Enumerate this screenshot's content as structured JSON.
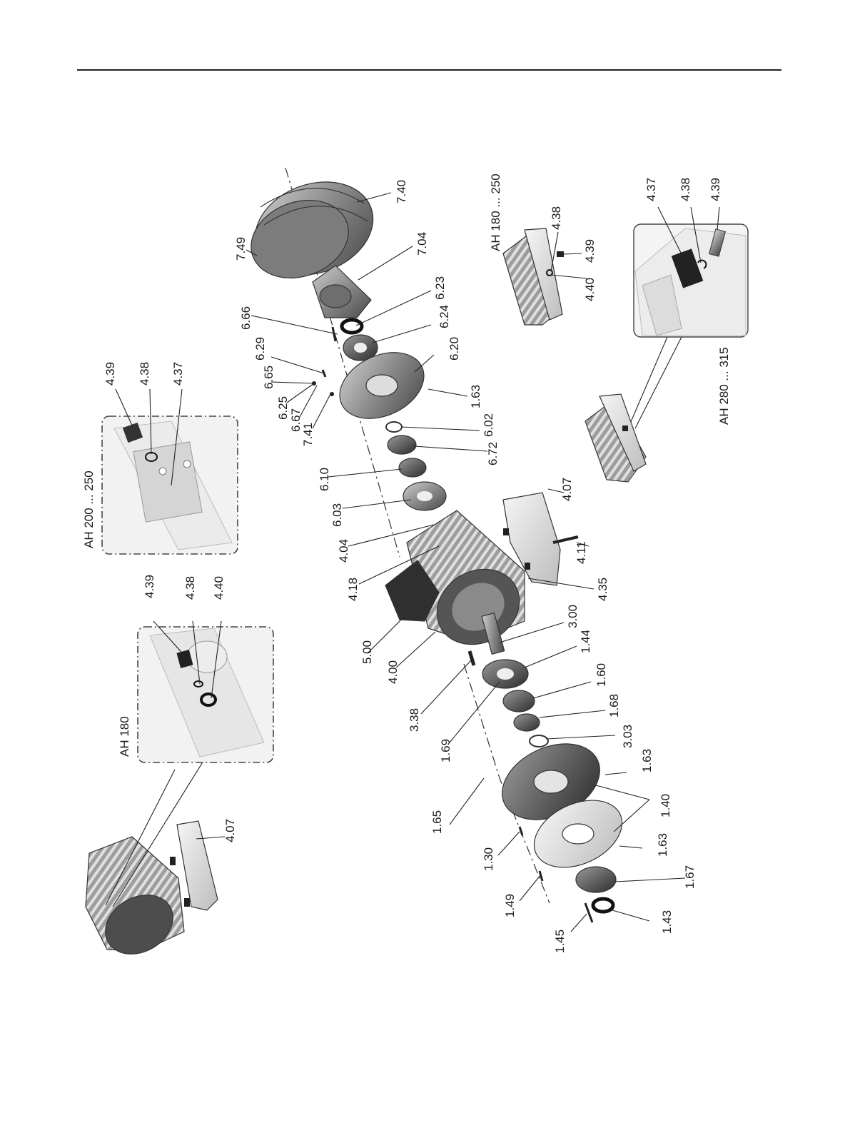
{
  "insets": {
    "ah180": "AH 180",
    "ah200_250": "AH 200 ... 250",
    "ah180_250": "AH 180 ... 250",
    "ah280_315": "AH 280 ... 315"
  },
  "part_labels": {
    "p740": "7.40",
    "p749": "7.49",
    "p704": "7.04",
    "p623": "6.23",
    "p666": "6.66",
    "p624": "6.24",
    "p629": "6.29",
    "p620": "6.20",
    "p665": "6.65",
    "p625": "6.25",
    "p667": "6.67",
    "p741": "7.41",
    "p163a": "1.63",
    "p602": "6.02",
    "p672": "6.72",
    "p610": "6.10",
    "p603": "6.03",
    "p404": "4.04",
    "p418": "4.18",
    "p500": "5.00",
    "p400": "4.00",
    "p407a": "4.07",
    "p411": "4.11",
    "p435": "4.35",
    "p300": "3.00",
    "p144": "1.44",
    "p338": "3.38",
    "p160": "1.60",
    "p169": "1.69",
    "p168": "1.68",
    "p303": "3.03",
    "p163b": "1.63",
    "p165": "1.65",
    "p140": "1.40",
    "p130": "1.30",
    "p163c": "1.63",
    "p149": "1.49",
    "p167": "1.67",
    "p145": "1.45",
    "p143": "1.43",
    "p407b": "4.07",
    "i1_439": "4.39",
    "i1_438": "4.38",
    "i1_440": "4.40",
    "i2_439": "4.39",
    "i2_438": "4.38",
    "i2_437": "4.37",
    "i3_438": "4.38",
    "i3_439": "4.39",
    "i3_440": "4.40",
    "i4_437": "4.37",
    "i4_438": "4.38",
    "i4_439": "4.39"
  }
}
